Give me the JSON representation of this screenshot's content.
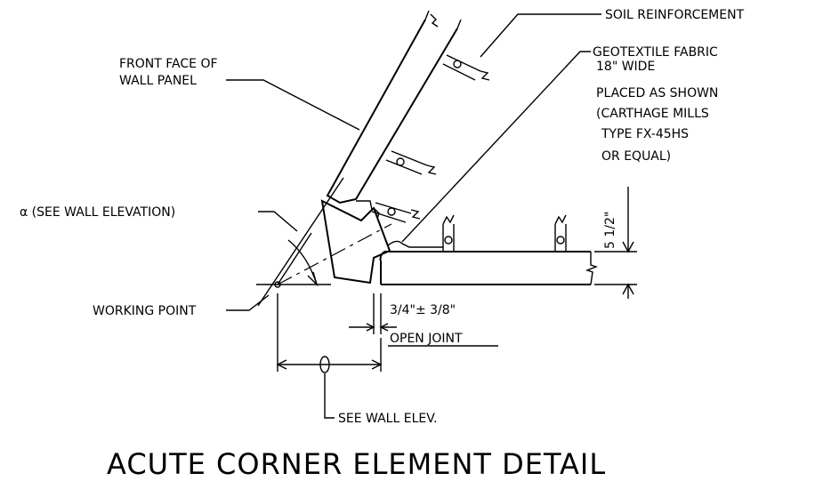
{
  "labels": {
    "soil_reinforcement": "SOIL REINFORCEMENT",
    "geotextile": [
      "GEOTEXTILE FABRIC",
      "18\" WIDE",
      "PLACED AS SHOWN",
      "(CARTHAGE MILLS",
      "TYPE FX-45HS",
      "OR EQUAL)"
    ],
    "front_face": [
      "FRONT FACE OF",
      "WALL PANEL"
    ],
    "alpha": "α (SEE WALL ELEVATION)",
    "working_point": "WORKING POINT",
    "dim_height": "5 1/2\"",
    "joint_dim": "3/4\"± 3/8\"",
    "open_joint": "OPEN JOINT",
    "see_wall_elev": "SEE WALL ELEV.",
    "title": "ACUTE CORNER ELEMENT DETAIL"
  }
}
